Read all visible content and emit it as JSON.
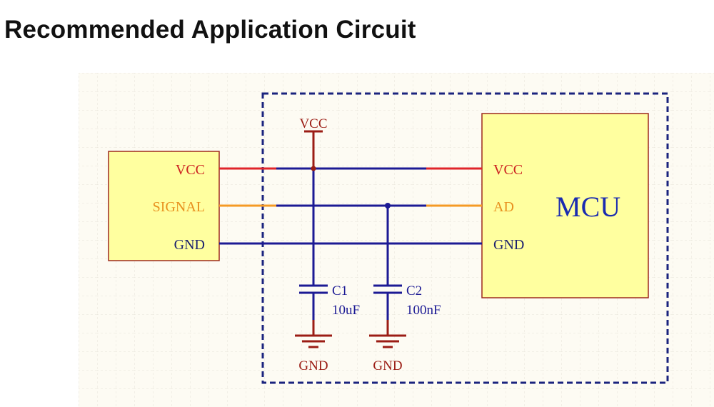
{
  "title": "Recommended Application Circuit",
  "sensor": {
    "pins": [
      "VCC",
      "SIGNAL",
      "GND"
    ]
  },
  "mcu": {
    "name": "MCU",
    "pins": [
      "VCC",
      "AD",
      "GND"
    ]
  },
  "power_port": "VCC",
  "capacitors": [
    {
      "ref": "C1",
      "value": "10uF",
      "ground": "GND"
    },
    {
      "ref": "C2",
      "value": "100nF",
      "ground": "GND"
    }
  ],
  "colors": {
    "sheet_bg": "#fdfbf3",
    "grid": "#e6e3d8",
    "component_fill": "#ffff9f",
    "component_border": "#9d2a1c",
    "wire_blue": "#1c1a94",
    "wire_red": "#e0242a",
    "wire_orange": "#f59a24",
    "pin_label_red": "#cc2222",
    "pin_label_orange": "#e8901e",
    "pin_label_blue": "#1a1f6e",
    "ground_red": "#9b1c14",
    "mcu_text": "#1a2bb0",
    "dashed_box": "#1a237e"
  }
}
